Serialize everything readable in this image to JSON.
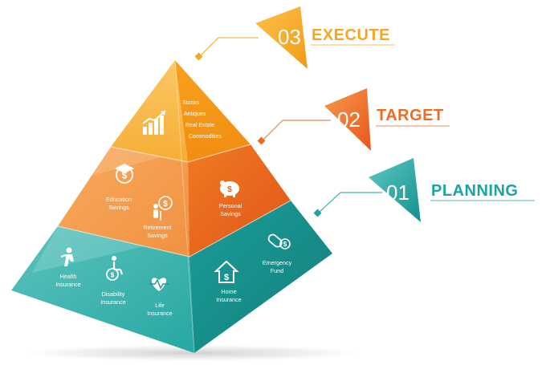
{
  "colors": {
    "teal": "#2aa8a3",
    "teal_dark": "#137e7d",
    "orange": "#f0812a",
    "orange_dark": "#d4501a",
    "gold": "#f5b12f",
    "gold_dark": "#ea8d12"
  },
  "steps": [
    {
      "number": "03",
      "title": "EXECUTE",
      "color": "#f7a928"
    },
    {
      "number": "02",
      "title": "TARGET",
      "color": "#ef6b21"
    },
    {
      "number": "01",
      "title": "PLANNING",
      "color": "#18a5a2"
    }
  ],
  "top_tier": {
    "items": [
      "Stocks",
      "Antiques",
      "Real Estate",
      "Commodities"
    ],
    "icon": "growth-chart-icon"
  },
  "middle_tier": {
    "education": {
      "line1": "Education",
      "line2": "Savings",
      "icon": "graduation-cap-dollar-icon"
    },
    "retirement": {
      "line1": "Retirement",
      "line2": "Savings",
      "icon": "elderly-person-dollar-icon"
    },
    "personal": {
      "line1": "Personal",
      "line2": "Savings",
      "icon": "piggy-bank-icon"
    }
  },
  "bottom_tier": {
    "health": {
      "line1": "Health",
      "line2": "Insurance",
      "icon": "person-running-icon"
    },
    "disability": {
      "line1": "Disability",
      "line2": "Insurance",
      "icon": "wheelchair-dollar-icon"
    },
    "life": {
      "line1": "Life",
      "line2": "Insurance",
      "icon": "heart-pulse-icon"
    },
    "home": {
      "line1": "Home",
      "line2": "Insurance",
      "icon": "house-dollar-icon"
    },
    "emergency": {
      "line1": "Emergency",
      "line2": "Fund",
      "icon": "capsule-dollar-icon"
    }
  }
}
